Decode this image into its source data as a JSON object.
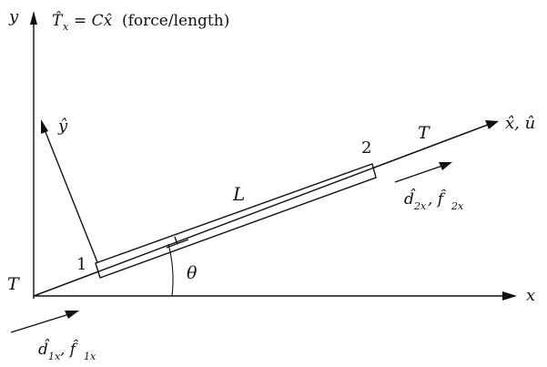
{
  "labels": {
    "y_axis": "y",
    "x_axis": "x",
    "load_lhs": "T̂",
    "load_sub": "x",
    "load_eq": "= Cx̂",
    "load_unit": "(force/length)",
    "local_y": "ŷ",
    "local_x": "x̂, û",
    "length": "L",
    "node1": "1",
    "node2": "2",
    "tension_left": "T",
    "tension_right": "T",
    "angle": "θ",
    "d2_label": "d̂",
    "d2_sub": "2x",
    "f2_label": ", f̂",
    "f2_sub": "2x",
    "d1_label": "d̂",
    "d1_sub": "1x",
    "f1_label": ", f̂",
    "f1_sub": "1x"
  }
}
